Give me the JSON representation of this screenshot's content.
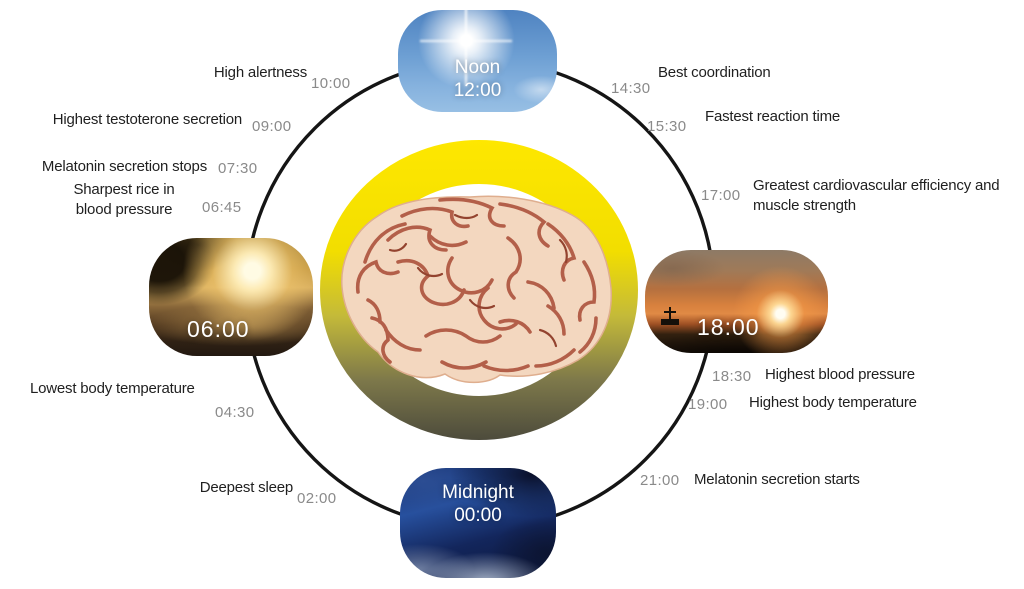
{
  "stations": {
    "noon": {
      "name": "Noon",
      "time": "12:00"
    },
    "morning": {
      "time": "06:00"
    },
    "evening": {
      "time": "18:00"
    },
    "midnight": {
      "name": "Midnight",
      "time": "00:00"
    }
  },
  "events": [
    {
      "time": "10:00",
      "label": "High alertness"
    },
    {
      "time": "09:00",
      "label": "Highest testoterone secretion"
    },
    {
      "time": "07:30",
      "label": "Melatonin secretion stops"
    },
    {
      "time": "06:45",
      "label": "Sharpest rice in blood pressure"
    },
    {
      "time": "04:30",
      "label": "Lowest body temperature"
    },
    {
      "time": "02:00",
      "label": "Deepest sleep"
    },
    {
      "time": "14:30",
      "label": "Best coordination"
    },
    {
      "time": "15:30",
      "label": "Fastest reaction time"
    },
    {
      "time": "17:00",
      "label": "Greatest cardiovascular efficiency and muscle strength"
    },
    {
      "time": "18:30",
      "label": "Highest blood pressure"
    },
    {
      "time": "19:00",
      "label": "Highest body temperature"
    },
    {
      "time": "21:00",
      "label": "Melatonin secretion starts"
    }
  ],
  "colors": {
    "ring_yellow": "#ffe800",
    "ring_dark": "#434239",
    "clock_circle": "#151515",
    "label_text": "#1f1f1f",
    "time_text": "#8a8a8a"
  }
}
